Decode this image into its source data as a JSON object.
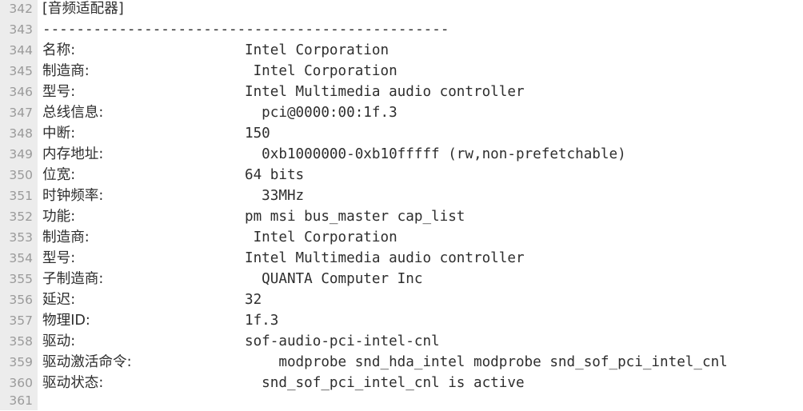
{
  "lines": [
    {
      "num": "342",
      "text": "[音频适配器]"
    },
    {
      "num": "343",
      "text": "------------------------------------------------"
    },
    {
      "num": "344",
      "label": "名称:",
      "value": "Intel Corporation"
    },
    {
      "num": "345",
      "label": "制造商:",
      "value": " Intel Corporation"
    },
    {
      "num": "346",
      "label": "型号:",
      "value": "Intel Multimedia audio controller"
    },
    {
      "num": "347",
      "label": "总线信息:",
      "value": "  pci@0000:00:1f.3"
    },
    {
      "num": "348",
      "label": "中断:",
      "value": "150"
    },
    {
      "num": "349",
      "label": "内存地址:",
      "value": "  0xb1000000-0xb10fffff (rw,non-prefetchable)"
    },
    {
      "num": "350",
      "label": "位宽:",
      "value": "64 bits"
    },
    {
      "num": "351",
      "label": "时钟频率:",
      "value": "  33MHz"
    },
    {
      "num": "352",
      "label": "功能:",
      "value": "pm msi bus_master cap_list"
    },
    {
      "num": "353",
      "label": "制造商:",
      "value": " Intel Corporation"
    },
    {
      "num": "354",
      "label": "型号:",
      "value": "Intel Multimedia audio controller"
    },
    {
      "num": "355",
      "label": "子制造商:",
      "value": "  QUANTA Computer Inc"
    },
    {
      "num": "356",
      "label": "延迟:",
      "value": "32"
    },
    {
      "num": "357",
      "label": "物理ID:",
      "value": "1f.3"
    },
    {
      "num": "358",
      "label": "驱动:",
      "value": "sof-audio-pci-intel-cnl"
    },
    {
      "num": "359",
      "label": "驱动激活命令:",
      "value": "    modprobe snd_hda_intel modprobe snd_sof_pci_intel_cnl"
    },
    {
      "num": "360",
      "label": "驱动状态:",
      "value": "  snd_sof_pci_intel_cnl is active"
    },
    {
      "num": "361",
      "text": ""
    }
  ]
}
